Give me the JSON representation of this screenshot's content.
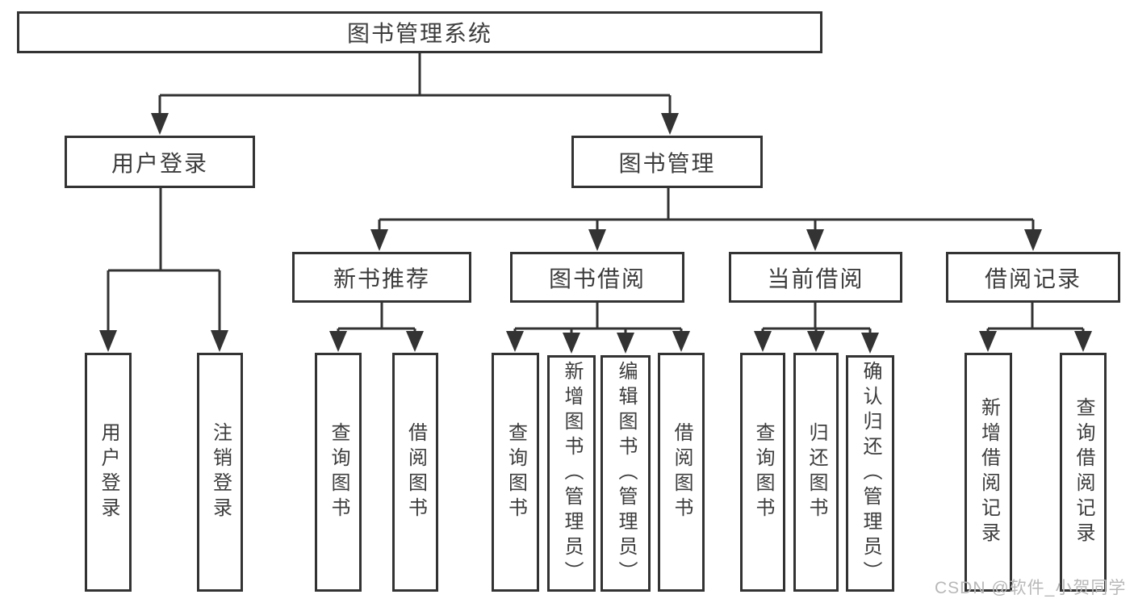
{
  "diagram": {
    "tree": {
      "label": "图书管理系统",
      "children": [
        {
          "label": "用户登录",
          "children": [
            {
              "label": "用户登录"
            },
            {
              "label": "注销登录"
            }
          ]
        },
        {
          "label": "图书管理",
          "children": [
            {
              "label": "新书推荐",
              "children": [
                {
                  "label": "查询图书"
                },
                {
                  "label": "借阅图书"
                }
              ]
            },
            {
              "label": "图书借阅",
              "children": [
                {
                  "label": "查询图书"
                },
                {
                  "label": "新增图书（管理员）"
                },
                {
                  "label": "编辑图书（管理员）"
                },
                {
                  "label": "借阅图书"
                }
              ]
            },
            {
              "label": "当前借阅",
              "children": [
                {
                  "label": "查询图书"
                },
                {
                  "label": "归还图书"
                },
                {
                  "label": "确认归还（管理员）"
                }
              ]
            },
            {
              "label": "借阅记录",
              "children": [
                {
                  "label": "新增借阅记录"
                },
                {
                  "label": "查询借阅记录"
                }
              ]
            }
          ]
        }
      ]
    }
  },
  "watermark": "CSDN @软件_小贺同学",
  "colors": {
    "line": "#333333",
    "box_border": "#333333",
    "text": "#3c3c3c",
    "background": "#ffffff",
    "watermark": "#b8b8b8"
  }
}
